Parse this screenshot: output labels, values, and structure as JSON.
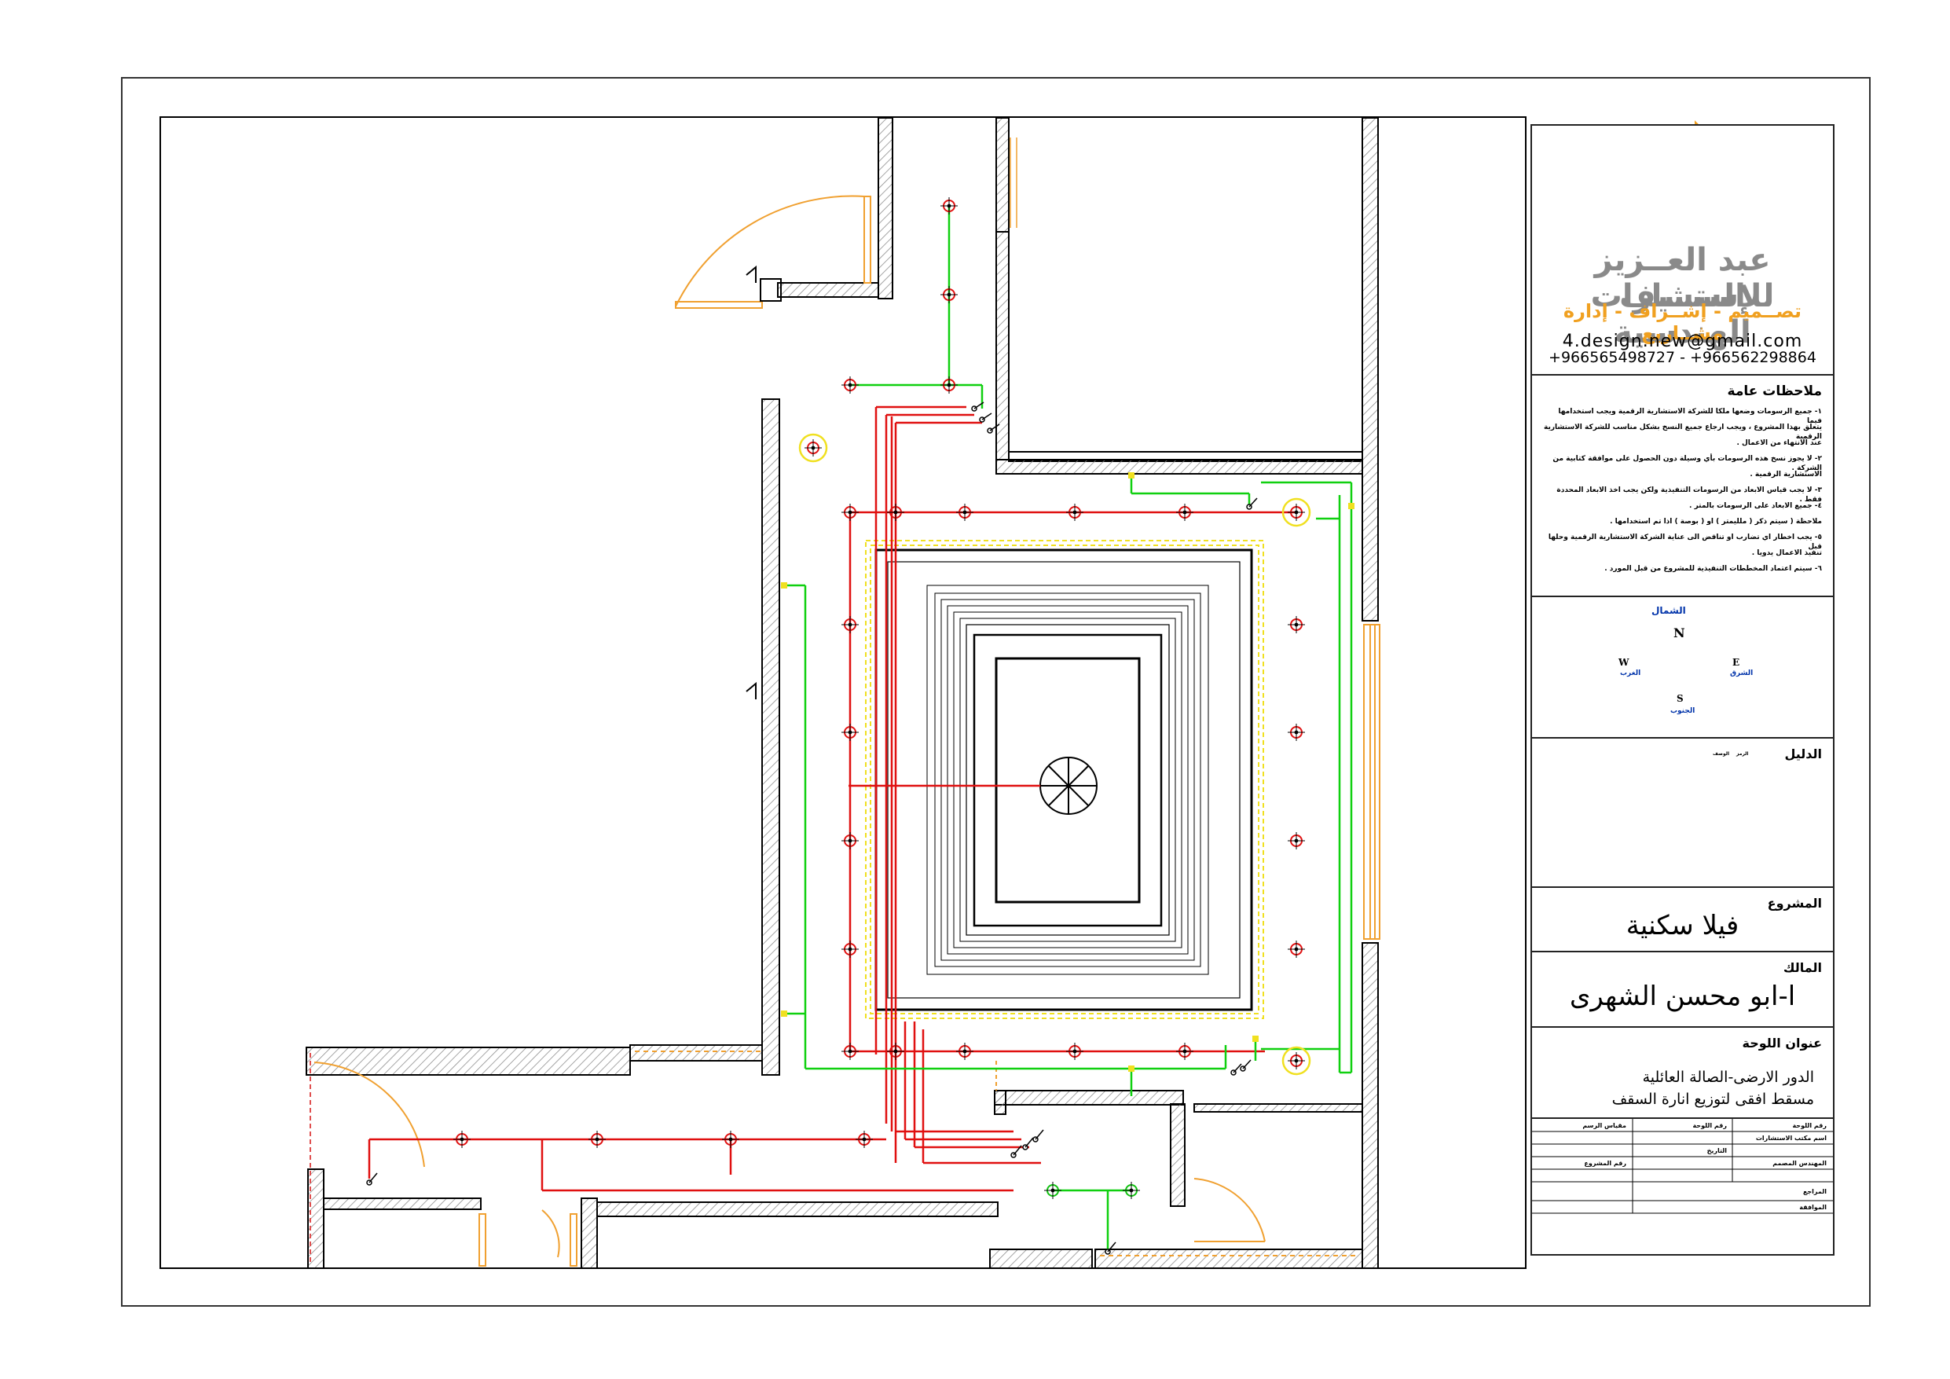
{
  "company": {
    "name_line1": "عبد العــزيز الســيف",
    "name_line2": "للإستشارات الهندسية",
    "tagline": "تصــميم - إشــراف - إدارة مشــاريع",
    "email": "4.design.new@gmail.com",
    "phones": "+966565498727 - +966562298864",
    "logo_icon": "4d-logo-icon",
    "brand_orange": "#f0a020",
    "brand_gray": "#8a8a8a"
  },
  "notes": {
    "title": "ملاحظات عامة",
    "lines": [
      "١- جميع الرسومات وضعها ملكا للشركة الاستشارية الرقمية ويجب استخدامها فيما",
      "يتعلق بهذا المشروع ، ويجب ارجاع جميع النسخ بشكل مناسب للشركة الاستشارية الرقمية",
      "عند الانتهاء من الاعمال .",
      "٢- لا يجوز نسخ هذه الرسومات بأي وسيلة دون الحصول على موافقة كتابية من الشركة .",
      "الاستشارية الرقمية .",
      "٣- لا يجب قياس الابعاد من الرسومات التنفيذية ولكن يجب اخذ الابعاد المحددة فقط .",
      "٤- جميع الابعاد على الرسومات بالمتر .",
      "ملاحظة ( سيتم ذكر ( ملليمتر ) او ( بوصة ) اذا تم استخدامها .",
      "٥- يجب اخطار اي تضارب او تناقض الى عناية الشركة الاستشارية الرقمية وحلها قبل",
      "تنفيذ الاعمال يدويا .",
      "٦- سيتم اعتماد المخططات التنفيذية للمشروع من قبل المورد ."
    ]
  },
  "compass": {
    "north": "N",
    "south": "S",
    "east": "E",
    "west": "W",
    "north_ar": "الشمال",
    "south_ar": "الجنوب",
    "east_ar": "الشرق",
    "west_ar": "الغرب",
    "icon": "north-compass-icon"
  },
  "legend": {
    "title": "الدليل",
    "header_symbol": "الرمز",
    "header_desc": "الوصف"
  },
  "project": {
    "label": "المشروع",
    "value": "فيلا سكنية"
  },
  "owner": {
    "label": "المالك",
    "value": "ا-ابو محسن الشهرى"
  },
  "sheet": {
    "label": "عنوان اللوحة",
    "line1": "الدور الارضى-الصالة العائلية",
    "line2": "مسقط افقى لتوزيع انارة السقف"
  },
  "info": {
    "scale": "مقياس الرسم",
    "drawing_no": "رقم اللوحة",
    "sheet_no": "رقم اللوحة",
    "office": "اسم مكتب الاستشارات",
    "date": "التاريخ",
    "engineer": "المهندس المصمم",
    "project_no": "رقم المشروع",
    "review": "المراجع",
    "approval": "الموافقة"
  },
  "colors": {
    "wall": "#000000",
    "circuit_red": "#e01010",
    "circuit_green": "#10d010",
    "door_orange": "#f0a030",
    "yellow": "#f0e020",
    "hatch": "#888888"
  }
}
